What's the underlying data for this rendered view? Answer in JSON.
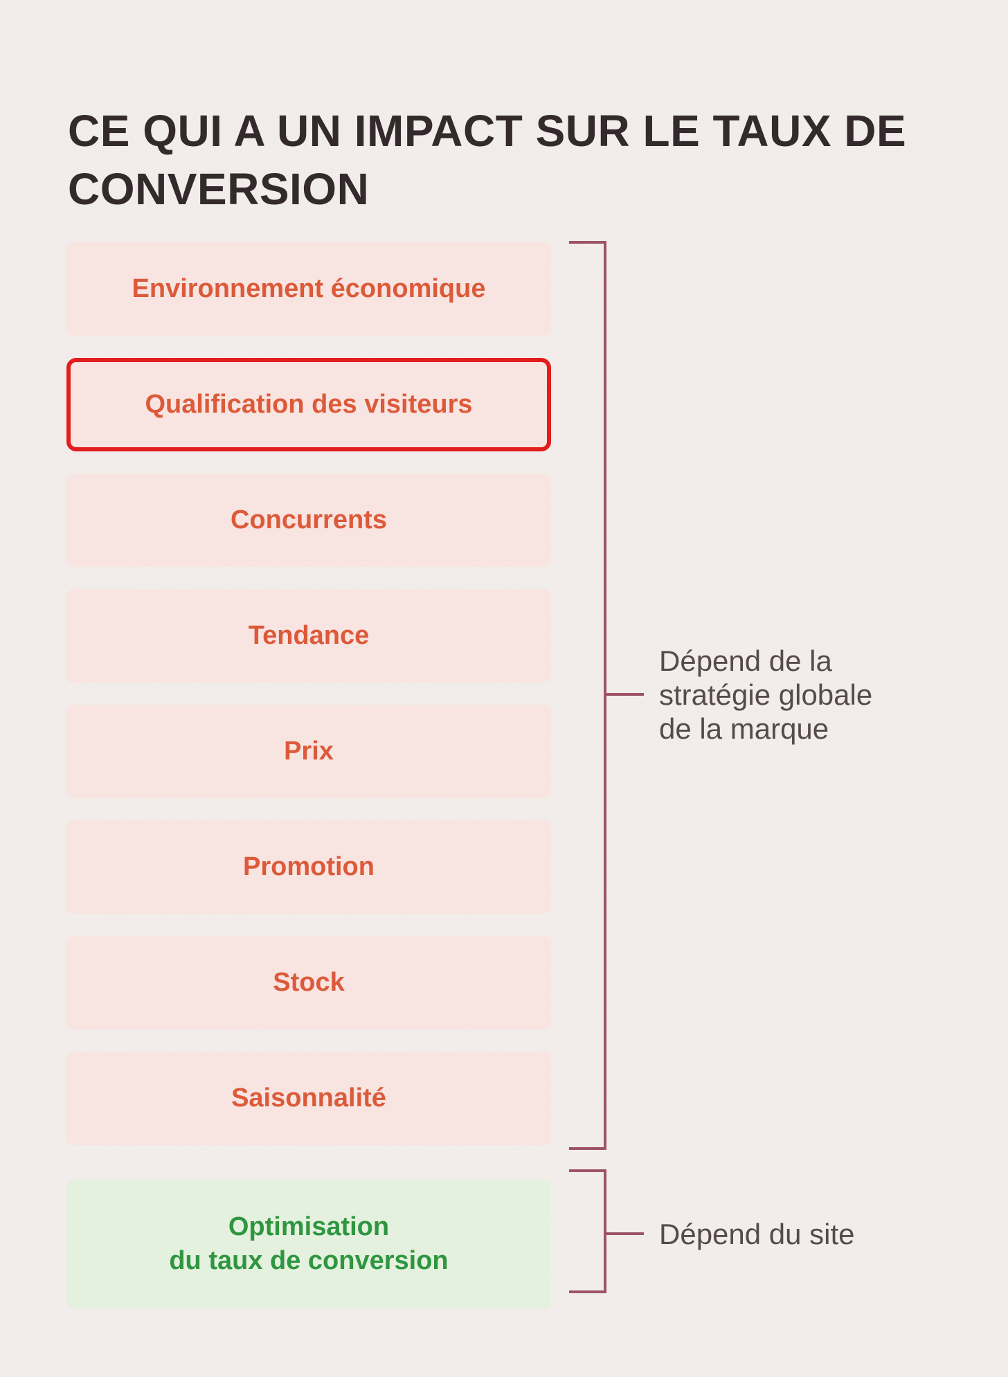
{
  "title": "CE QUI A UN IMPACT SUR LE TAUX DE\nCONVERSION",
  "factors": [
    {
      "label": "Environnement économique",
      "emphasized": false
    },
    {
      "label": "Qualification des visiteurs",
      "emphasized": true
    },
    {
      "label": "Concurrents",
      "emphasized": false
    },
    {
      "label": "Tendance",
      "emphasized": false
    },
    {
      "label": "Prix",
      "emphasized": false
    },
    {
      "label": "Promotion",
      "emphasized": false
    },
    {
      "label": "Stock",
      "emphasized": false
    },
    {
      "label": "Saisonnalité",
      "emphasized": false
    }
  ],
  "site_factor": {
    "label": "Optimisation\ndu taux de conversion"
  },
  "annotations": {
    "brand": "Dépend de la\nstratégie globale\nde la marque",
    "site": "Dépend du site"
  },
  "colors": {
    "page_background": "#f3eeec",
    "factor_background": "#f8e4e0",
    "factor_text": "#dc5a3a",
    "emphasis_border": "#e21d1d",
    "site_factor_background": "#e5f1df",
    "site_factor_text": "#2f9640",
    "bracket": "#9d5365",
    "annotation_text": "#564a4e",
    "title_text": "#342a2d"
  }
}
